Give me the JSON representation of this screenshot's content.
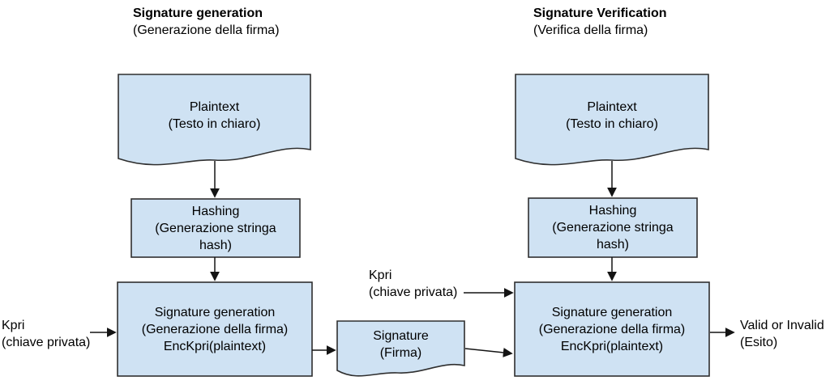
{
  "titles": {
    "left": {
      "line1": "Signature generation",
      "line2": "(Generazione della firma)"
    },
    "right": {
      "line1": "Signature Verification",
      "line2": "(Verifica della firma)"
    }
  },
  "nodes": {
    "plaintext_left": {
      "lines": [
        "Plaintext",
        "(Testo in chiaro)"
      ]
    },
    "hashing_left": {
      "lines": [
        "Hashing",
        "(Generazione stringa",
        "hash)"
      ]
    },
    "siggen_left": {
      "lines": [
        "Signature generation",
        "(Generazione della firma)",
        "EncKpri(plaintext)"
      ]
    },
    "signature": {
      "lines": [
        "Signature",
        "(Firma)"
      ]
    },
    "plaintext_right": {
      "lines": [
        "Plaintext",
        "(Testo in chiaro)"
      ]
    },
    "hashing_right": {
      "lines": [
        "Hashing",
        "(Generazione stringa",
        "hash)"
      ]
    },
    "siggen_right": {
      "lines": [
        "Signature generation",
        "(Generazione della firma)",
        "EncKpri(plaintext)"
      ]
    }
  },
  "labels": {
    "kpri_left": {
      "line1": "Kpri",
      "line2": "(chiave privata)"
    },
    "kpri_mid": {
      "line1": "Kpri",
      "line2": "(chiave privata)"
    },
    "result": {
      "line1": "Valid or Invalid",
      "line2": "(Esito)"
    }
  },
  "colors": {
    "node_fill": "#cfe2f3",
    "node_stroke": "#2f2f2f",
    "line": "#141414",
    "text": "#000000",
    "bg": "#ffffff"
  }
}
